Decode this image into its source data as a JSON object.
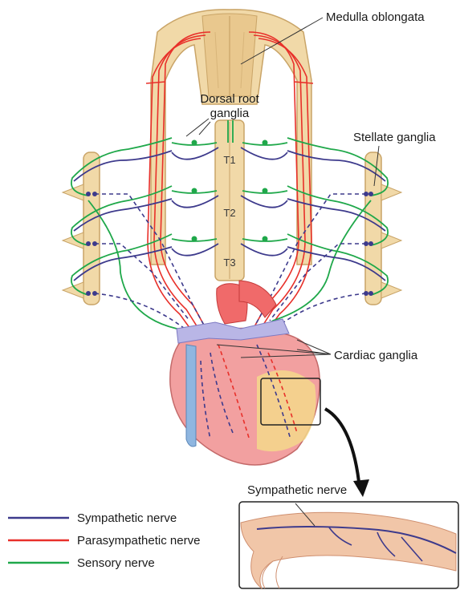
{
  "labels": {
    "medulla": "Medulla oblongata",
    "dorsal_root_1": "Dorsal root",
    "dorsal_root_2": "ganglia",
    "stellate": "Stellate ganglia",
    "cardiac": "Cardiac ganglia",
    "inset": "Sympathetic nerve"
  },
  "vertebrae": [
    "T1",
    "T2",
    "T3"
  ],
  "legend": [
    {
      "label": "Sympathetic nerve",
      "color": "#3d3a8c"
    },
    {
      "label": "Parasympathetic nerve",
      "color": "#e8302a"
    },
    {
      "label": "Sensory nerve",
      "color": "#1fa84a"
    }
  ],
  "colors": {
    "spine": "#f1d9a8",
    "spine_edge": "#c9a467",
    "heart": "#f2a0a0",
    "heart_fat": "#f4dc8a",
    "ganglia": "#b9b6e6"
  }
}
